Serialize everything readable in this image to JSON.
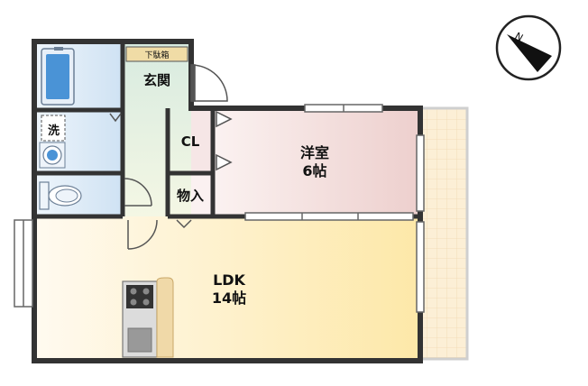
{
  "rooms": {
    "entrance": {
      "label": "玄関"
    },
    "shoe_box": {
      "label": "下駄箱"
    },
    "washroom": {
      "label": "洗"
    },
    "closet": {
      "label": "CL"
    },
    "storage": {
      "label": "物入"
    },
    "western_room": {
      "label": "洋室",
      "size": "6帖"
    },
    "ldk": {
      "label": "LDK",
      "size": "14帖"
    }
  },
  "compass": {
    "label": "N",
    "icon": "north-arrow-icon"
  },
  "colors": {
    "wall": "#333333",
    "wet_area": "#dbe9f6",
    "entrance_floor": "#e3f0e4",
    "western_room": "#f3dede",
    "closet": "#f5e3e4",
    "ldk": "#fde8a8",
    "balcony": "#fbeed2",
    "kitchen": "#f0d9a8"
  }
}
